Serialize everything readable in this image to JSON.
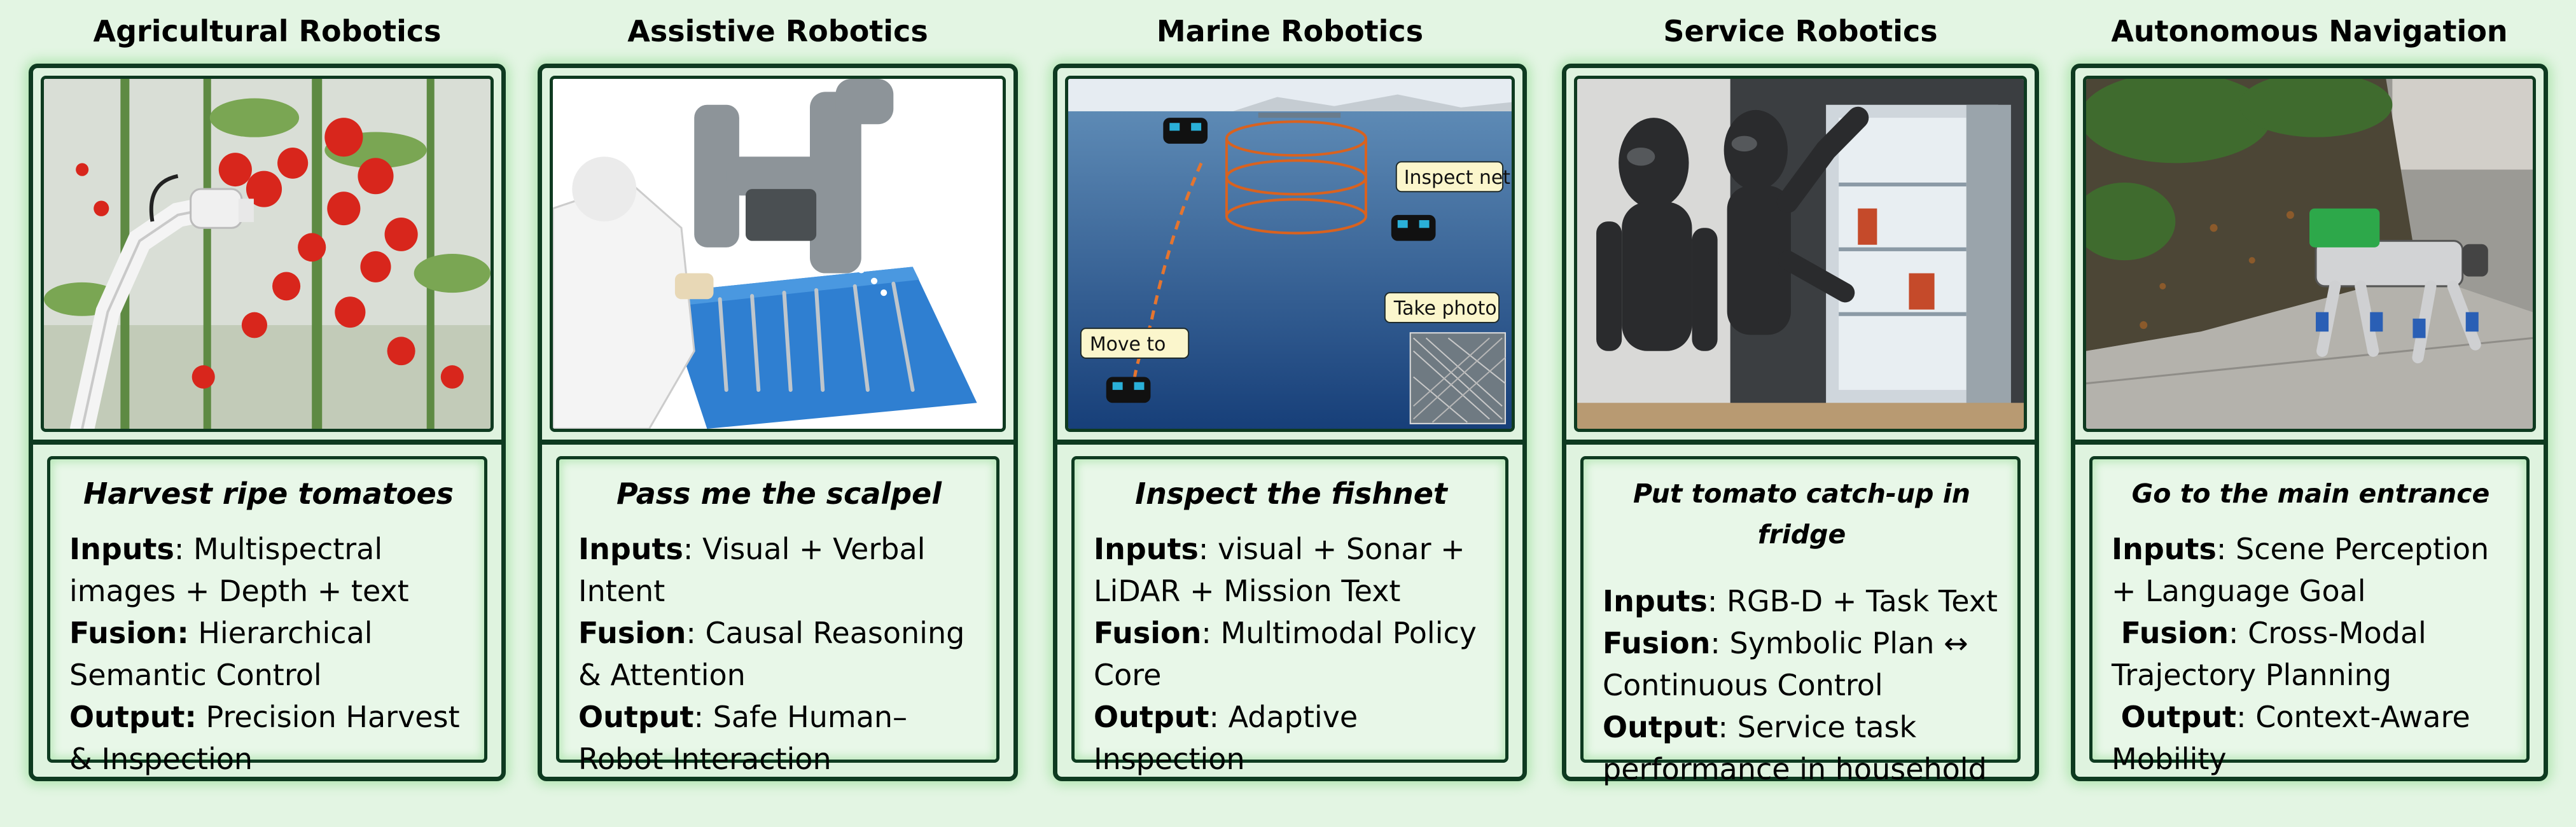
{
  "panels": [
    {
      "title": "Agricultural Robotics",
      "task": "Harvest ripe tomatoes",
      "inputs_label": "Inputs",
      "inputs": ": Multispectral images + Depth + text",
      "fusion_label": "Fusion:",
      "fusion": " Hierarchical Semantic Control",
      "output_label": "Output:",
      "output": " Precision Harvest & Inspection"
    },
    {
      "title": "Assistive Robotics",
      "task": "Pass me the scalpel",
      "inputs_label": "Inputs",
      "inputs": ": Visual + Verbal Intent",
      "fusion_label": "Fusion",
      "fusion": ": Causal Reasoning & Attention",
      "output_label": "Output",
      "output": ": Safe Human–Robot Interaction"
    },
    {
      "title": "Marine Robotics",
      "task": "Inspect the fishnet",
      "inputs_label": "Inputs",
      "inputs": ": visual + Sonar + LiDAR + Mission Text",
      "fusion_label": "Fusion",
      "fusion": ": Multimodal Policy Core",
      "output_label": "Output",
      "output": ": Adaptive Inspection",
      "bubbles": {
        "inspect": "Inspect net",
        "photo": "Take photo",
        "move": "Move to"
      }
    },
    {
      "title": "Service Robotics",
      "task": "Put tomato catch-up in fridge",
      "inputs_label": "Inputs",
      "inputs": ": RGB-D + Task Text",
      "fusion_label": "Fusion",
      "fusion": ": Symbolic Plan ↔ Continuous Control",
      "output_label": "Output",
      "output": ": Service task performance in household"
    },
    {
      "title": "Autonomous Navigation",
      "task": "Go to the main entrance",
      "inputs_label": "Inputs",
      "inputs": ": Scene Perception + Language Goal",
      "fusion_label": "Fusion",
      "fusion": ": Cross-Modal Trajectory Planning",
      "output_label": "Output",
      "output": ": Context-Aware Mobility"
    }
  ]
}
